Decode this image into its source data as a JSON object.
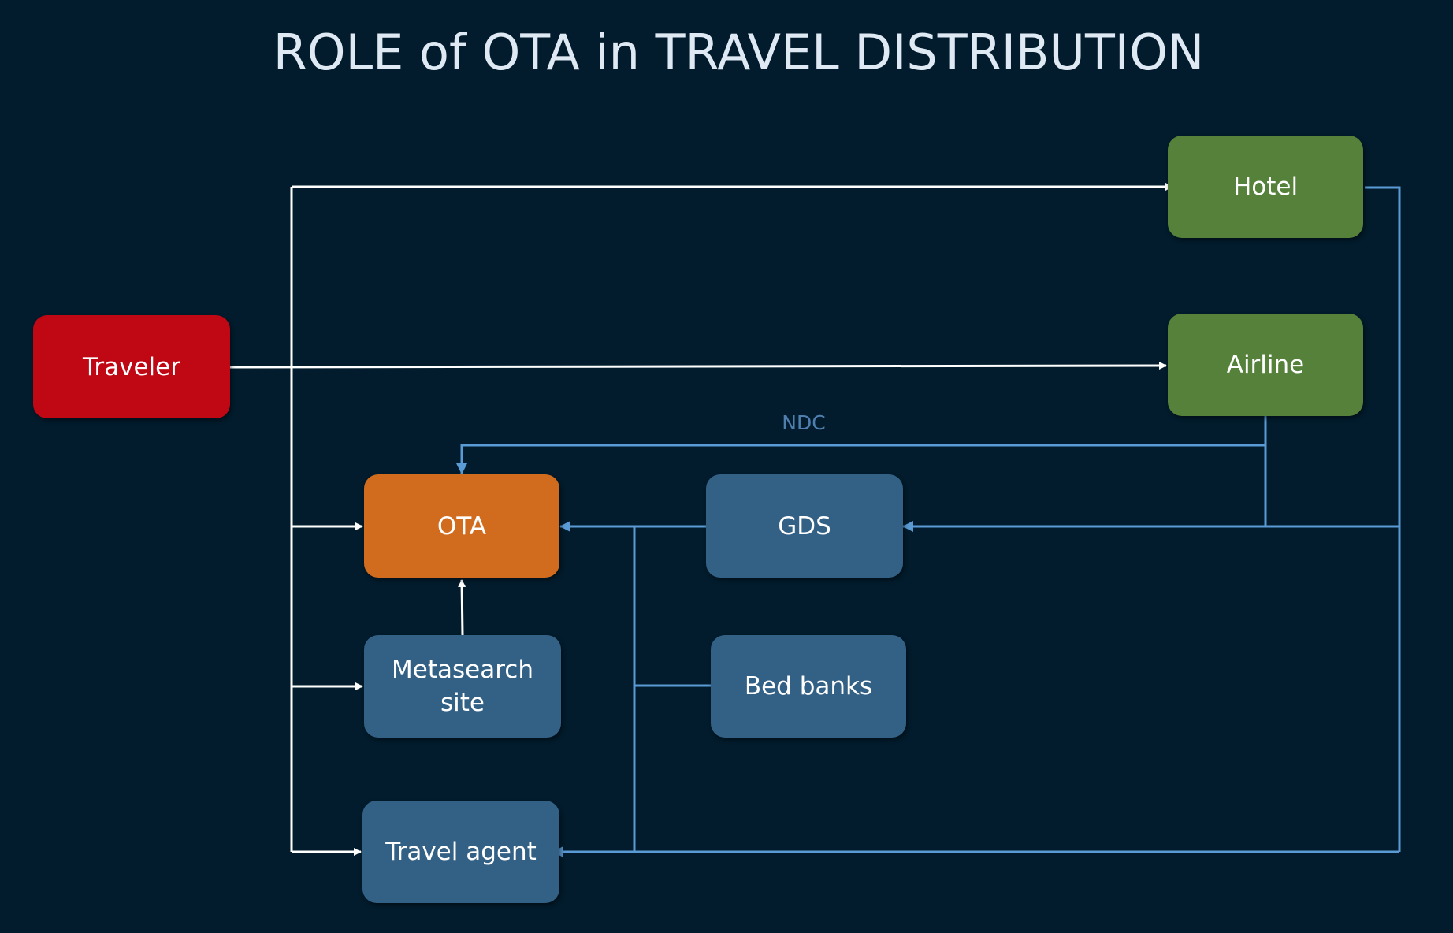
{
  "title": "ROLE of OTA in TRAVEL DISTRIBUTION",
  "colors": {
    "background": "#021c2d",
    "traveler": "#c00815",
    "supplier": "#55813a",
    "ota": "#d16c1f",
    "intermediary": "#336085",
    "customer_flow": "#ffffff",
    "supply_flow": "#5b9bd5"
  },
  "nodes": {
    "traveler": "Traveler",
    "hotel": "Hotel",
    "airline": "Airline",
    "ota": "OTA",
    "gds": "GDS",
    "metasearch_line1": "Metasearch",
    "metasearch_line2": "site",
    "bed_banks": "Bed banks",
    "travel_agent": "Travel agent"
  },
  "edge_labels": {
    "ndc": "NDC"
  }
}
